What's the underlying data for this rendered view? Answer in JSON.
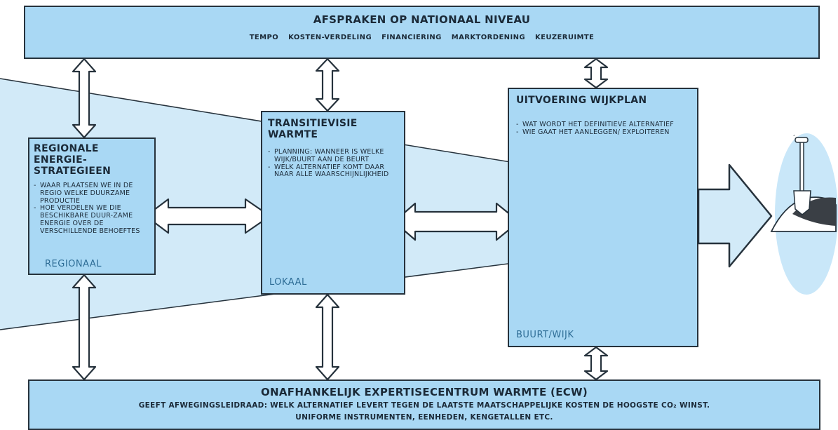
{
  "national": {
    "title": "AFSPRAKEN OP NATIONAAL NIVEAU",
    "topics": [
      "TEMPO",
      "KOSTEN-VERDELING",
      "FINANCIERING",
      "MARKTORDENING",
      "KEUZERUIMTE"
    ]
  },
  "regional": {
    "title_line1": "REGIONALE ENERGIE-",
    "title_line2": "STRATEGIEEN",
    "bullets": [
      "WAAR PLAATSEN WE IN DE REGIO WELKE DUURZAME PRODUCTIE",
      "HOE VERDELEN WE DIE BESCHIKBARE DUUR-ZAME ENERGIE OVER DE VERSCHILLENDE BEHOEFTES"
    ],
    "scale": "REGIONAAL"
  },
  "local": {
    "title_line1": "TRANSITIEVISIE",
    "title_line2": "WARMTE",
    "bullets": [
      "PLANNING: WANNEER IS WELKE WIJK/BUURT AAN DE BEURT",
      "WELK ALTERNATIEF KOMT DAAR NAAR ALLE WAARSCHIJNLIJKHEID"
    ],
    "scale": "LOKAAL"
  },
  "neighbourhood": {
    "title": "UITVOERING WIJKPLAN",
    "bullets": [
      "WAT WORDT HET DEFINITIEVE ALTERNATIEF",
      "WIE GAAT HET AANLEGGEN/ EXPLOITEREN"
    ],
    "scale": "BUURT/WIJK"
  },
  "expertise": {
    "title": "ONAFHANKELIJK EXPERTISECENTRUM WARMTE (ECW)",
    "line1": "GEEFT AFWEGINGSLEIDRAAD: WELK ALTERNATIEF LEVERT TEGEN DE LAATSTE MAATSCHAPPELIJKE KOSTEN DE HOOGSTE CO₂ WINST.",
    "line2": "UNIFORME INSTRUMENTEN, EENHEDEN, KENGETALLEN ETC."
  },
  "colors": {
    "box_fill": "#a9d8f4",
    "funnel_fill": "#d2eaf8",
    "arrow_fill": "#ffffff",
    "outline": "#26323c",
    "scale_text": "#2e6d96"
  },
  "icons": [
    "shovel-icon",
    "double-arrow-icon",
    "progress-arrow-icon"
  ]
}
